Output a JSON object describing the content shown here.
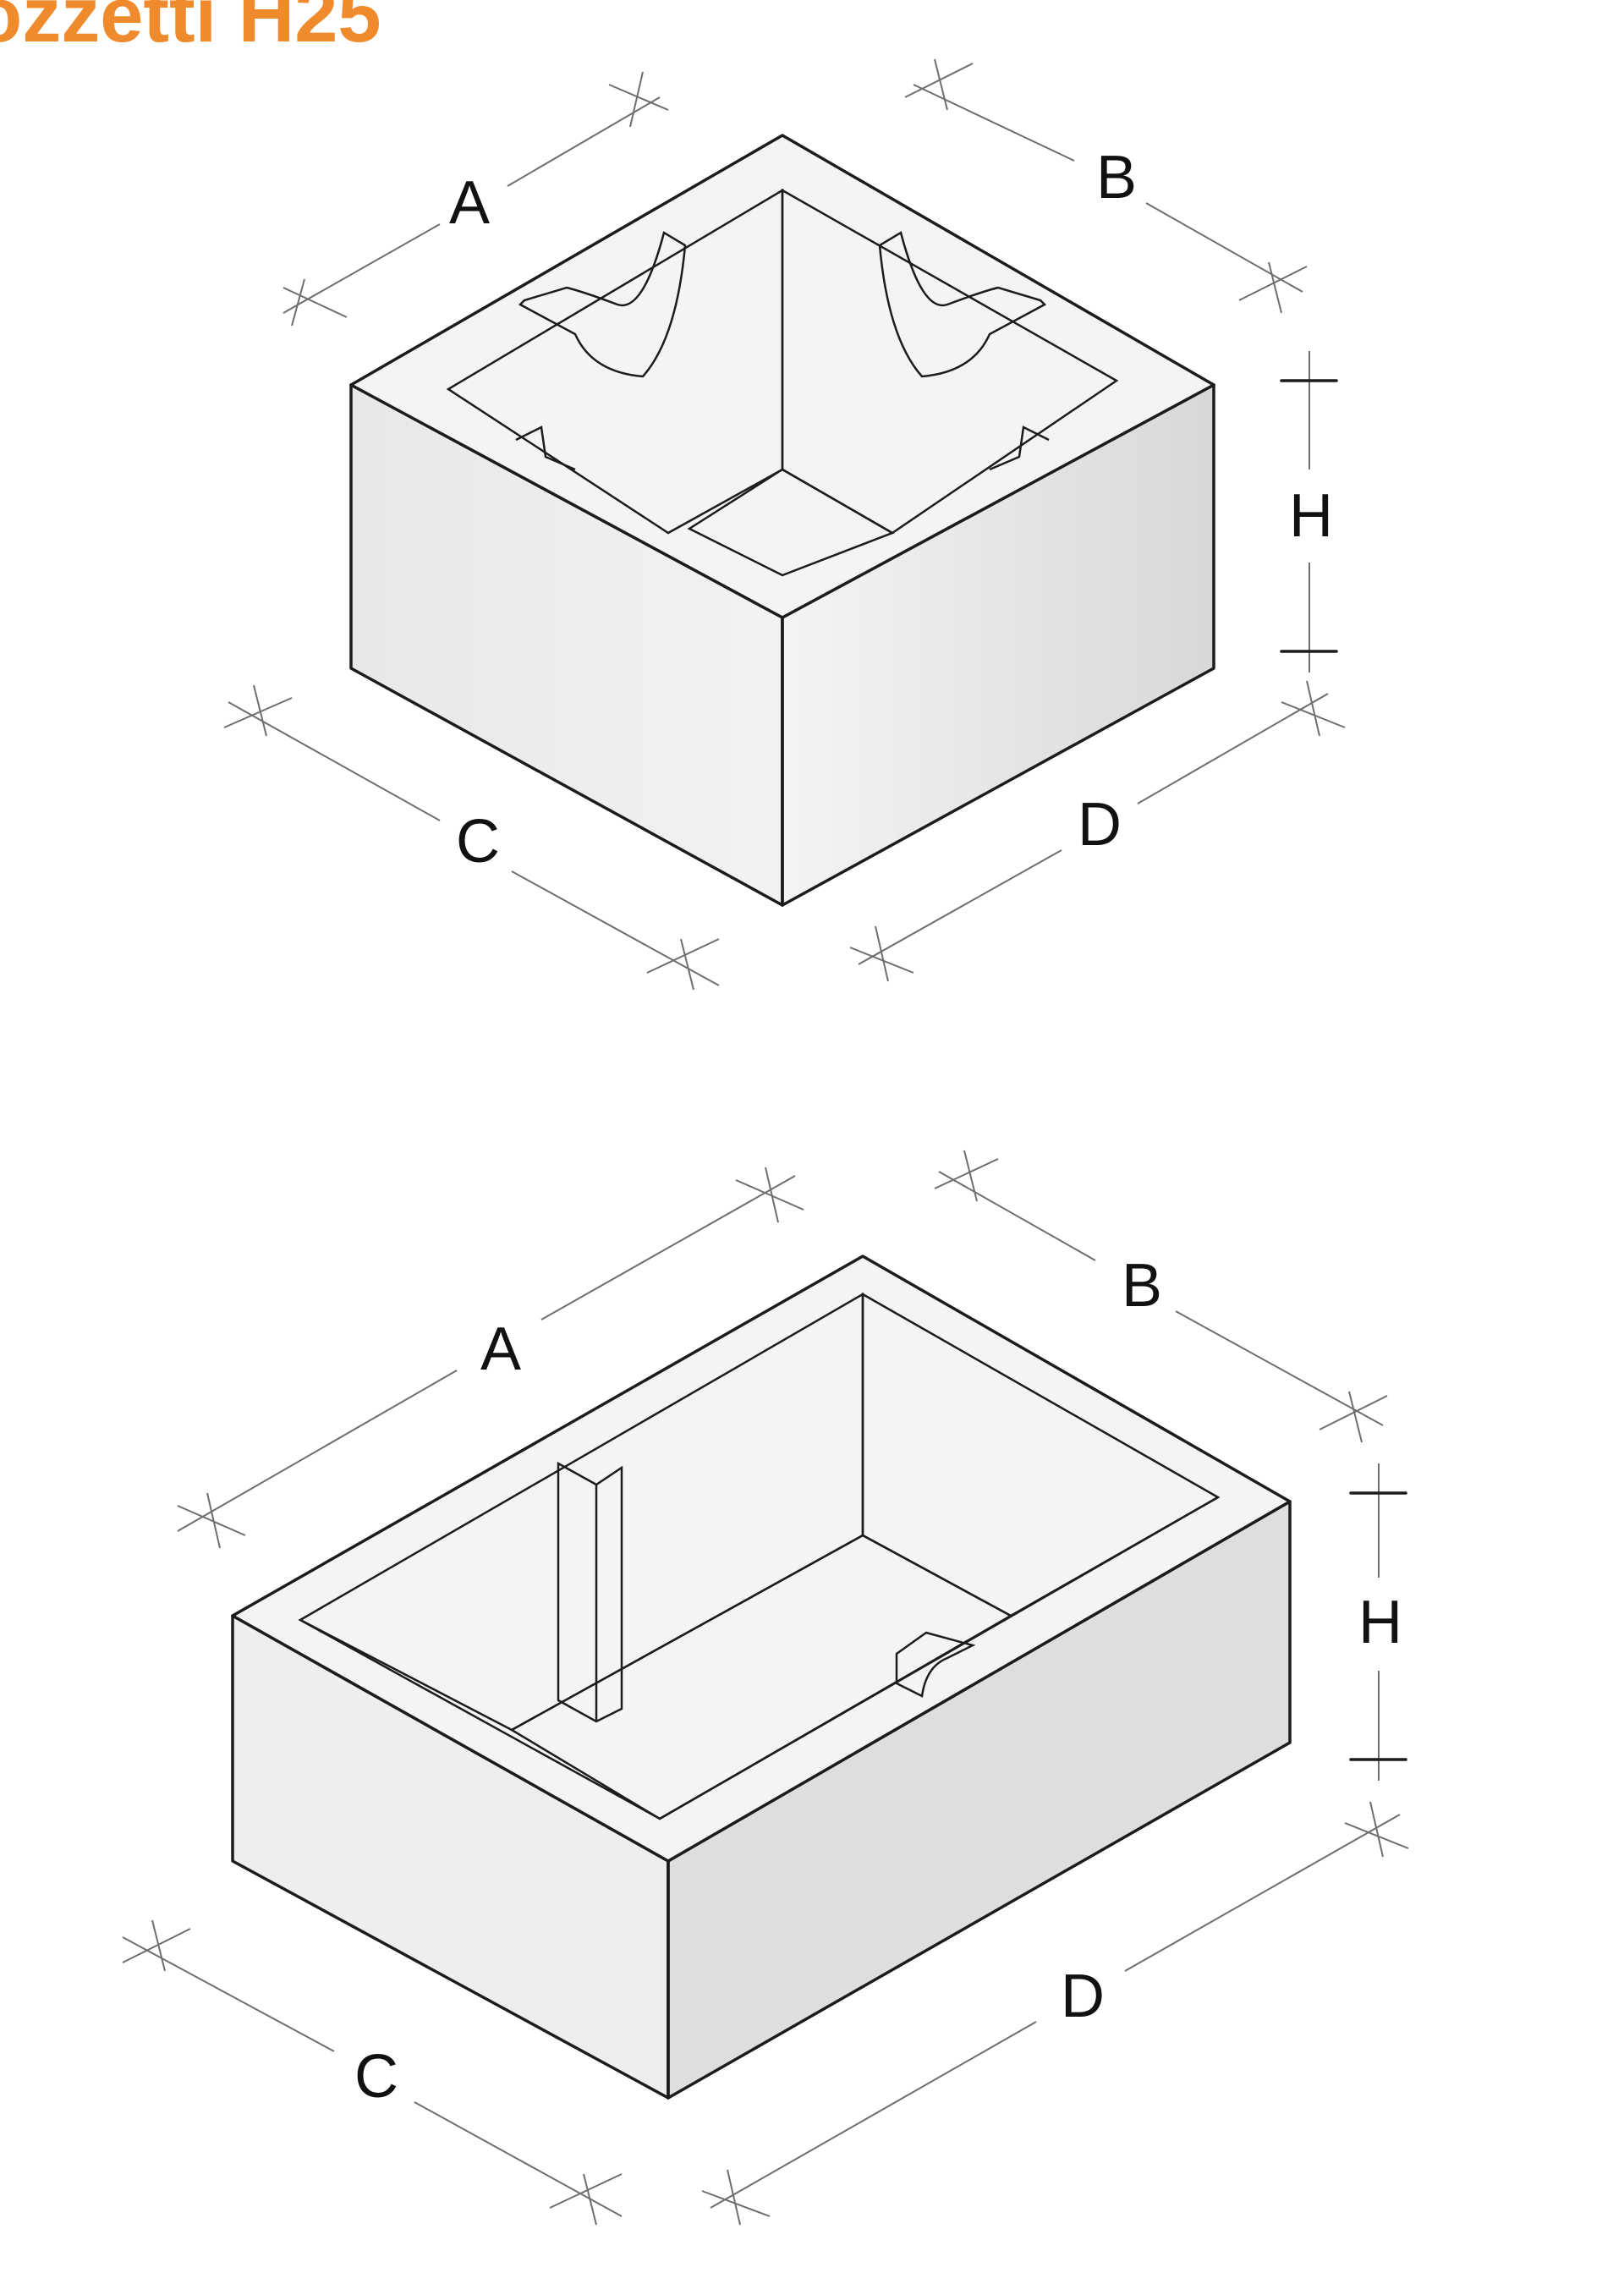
{
  "title": "ozzetti H25",
  "colors": {
    "title": "#ef8b2c",
    "face_light": "#eeeeee",
    "face_right": "#dedede",
    "inner_wall": "#c4c4c4",
    "outline": "#1c1c1c",
    "dimension_line": "#6e6e6e"
  },
  "figures": [
    {
      "name": "square-pozzetto",
      "labels": {
        "a": "A",
        "b": "B",
        "c": "C",
        "d": "D",
        "h": "H"
      }
    },
    {
      "name": "rectangular-pozzetto",
      "labels": {
        "a": "A",
        "b": "B",
        "c": "C",
        "d": "D",
        "h": "H"
      }
    }
  ]
}
